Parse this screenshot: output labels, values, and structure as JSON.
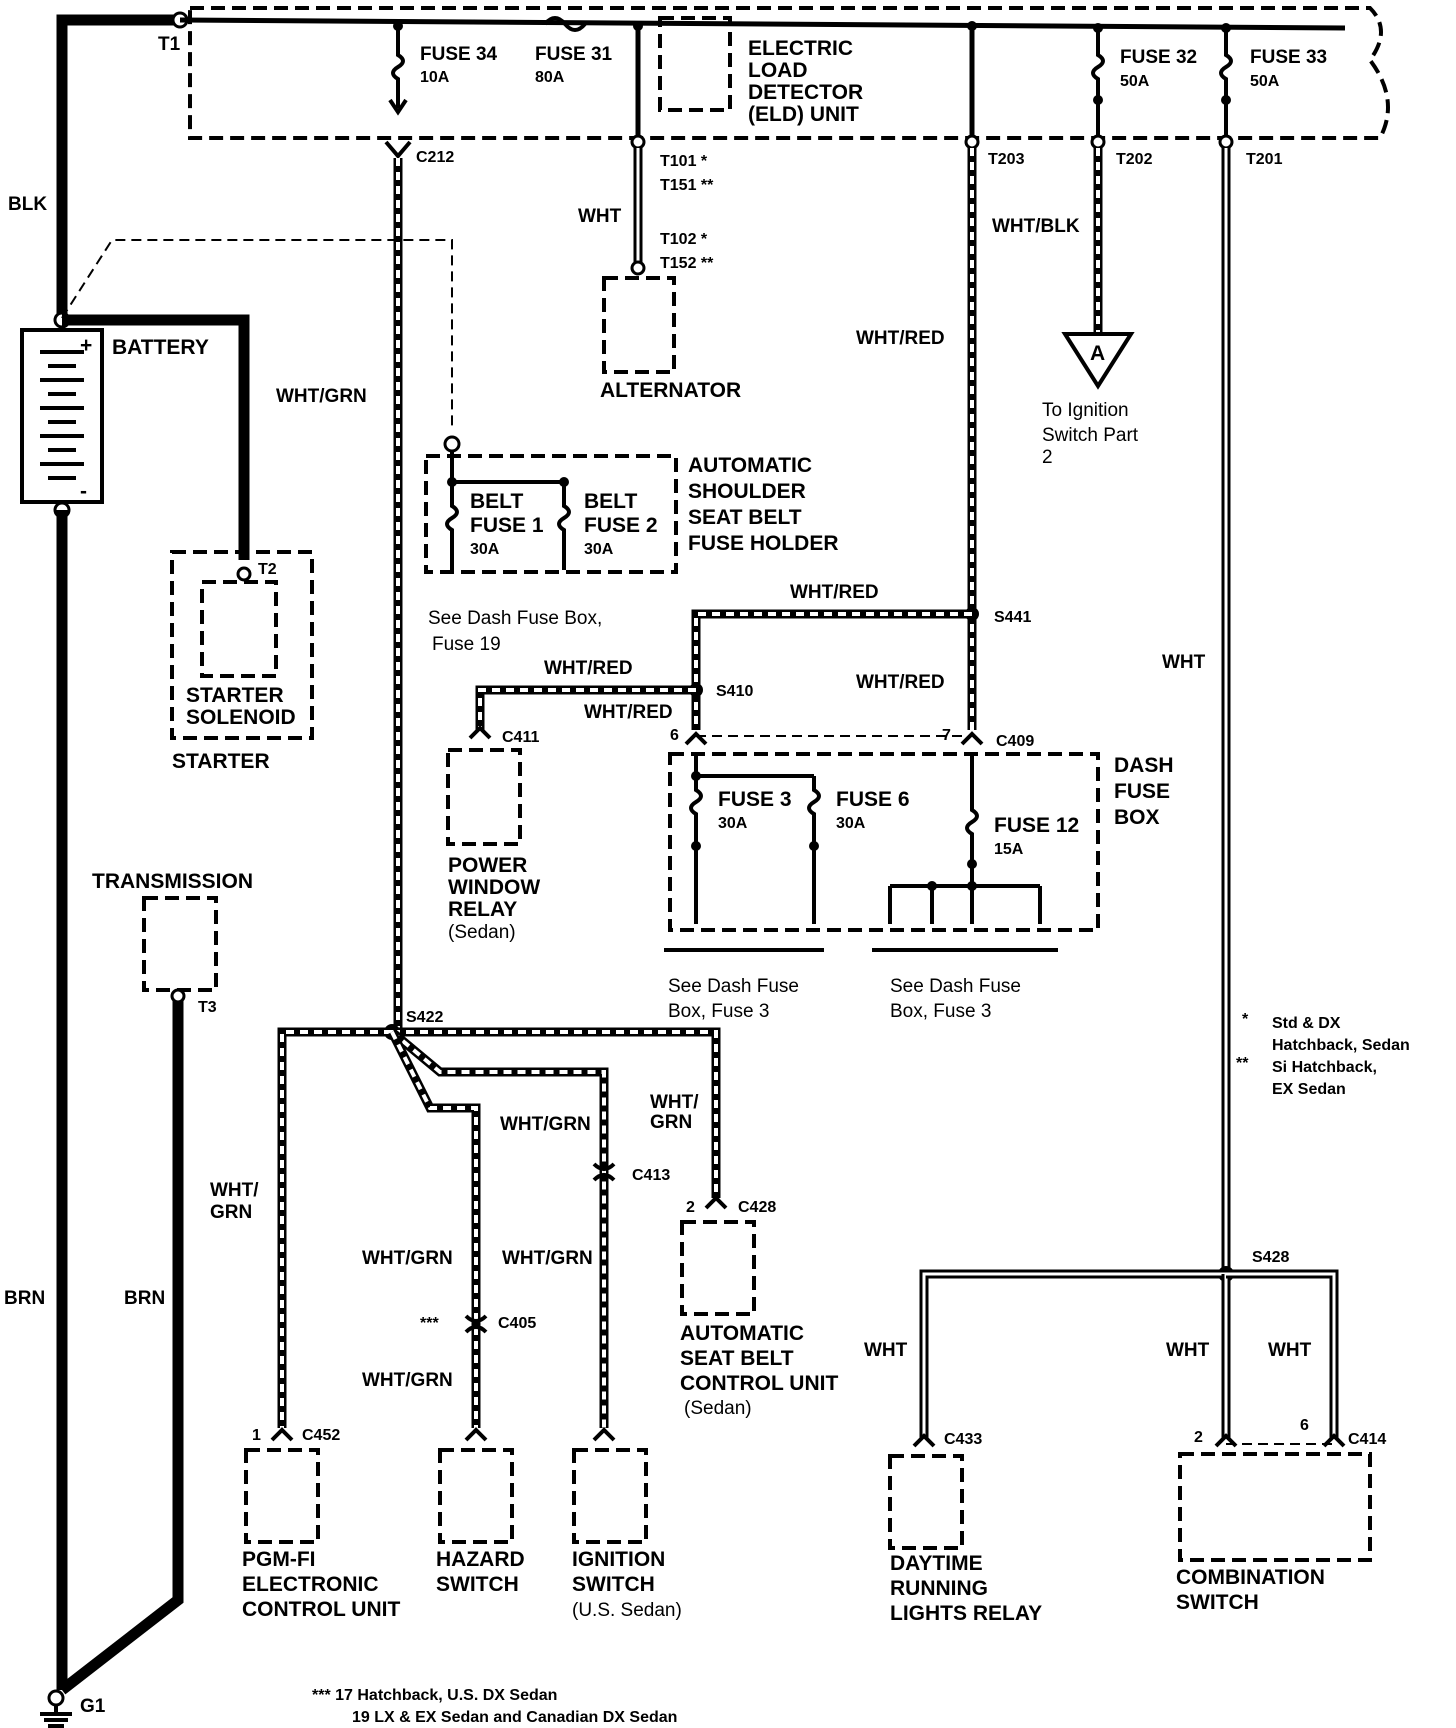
{
  "terminals": {
    "t1": "T1",
    "t2": "T2",
    "t3": "T3",
    "t101": "T101 *",
    "t151": "T151 **",
    "t102": "T102 *",
    "t152": "T152 **",
    "t201": "T201",
    "t202": "T202",
    "t203": "T203",
    "g1": "G1"
  },
  "fuses": {
    "f34_name": "FUSE 34",
    "f34_amp": "10A",
    "f31_name": "FUSE 31",
    "f31_amp": "80A",
    "f32_name": "FUSE 32",
    "f32_amp": "50A",
    "f33_name": "FUSE 33",
    "f33_amp": "50A",
    "belt1_line1": "BELT",
    "belt1_line2": "FUSE 1",
    "belt1_amp": "30A",
    "belt2_line1": "BELT",
    "belt2_line2": "FUSE 2",
    "belt2_amp": "30A",
    "f3_name": "FUSE 3",
    "f3_amp": "30A",
    "f6_name": "FUSE 6",
    "f6_amp": "30A",
    "f12_name": "FUSE 12",
    "f12_amp": "15A"
  },
  "components": {
    "eld": [
      "ELECTRIC",
      "LOAD",
      "DETECTOR",
      "(ELD) UNIT"
    ],
    "battery": "BATTERY",
    "battery_pos": "+",
    "battery_neg": "-",
    "alternator": "ALTERNATOR",
    "starter_solenoid": [
      "STARTER",
      "SOLENOID"
    ],
    "starter": "STARTER",
    "transmission": "TRANSMISSION",
    "seat_belt_fuse_holder": [
      "AUTOMATIC",
      "SHOULDER",
      "SEAT BELT",
      "FUSE HOLDER"
    ],
    "ignition_switch_ref": [
      "To Ignition",
      "Switch Part",
      "2"
    ],
    "ignition_ref_letter": "A",
    "power_window_relay": [
      "POWER",
      "WINDOW",
      "RELAY",
      "(Sedan)"
    ],
    "dash_fuse_box": [
      "DASH",
      "FUSE",
      "BOX"
    ],
    "seat_belt_control": [
      "AUTOMATIC",
      "SEAT BELT",
      "CONTROL UNIT",
      "(Sedan)"
    ],
    "pgm_fi": [
      "PGM-FI",
      "ELECTRONIC",
      "CONTROL UNIT"
    ],
    "hazard": [
      "HAZARD",
      "SWITCH"
    ],
    "ignition_switch": [
      "IGNITION",
      "SWITCH",
      "(U.S. Sedan)"
    ],
    "drl_relay": [
      "DAYTIME",
      "RUNNING",
      "LIGHTS RELAY"
    ],
    "combination_switch": [
      "COMBINATION",
      "SWITCH"
    ]
  },
  "connectors": {
    "c212": "C212",
    "c411": "C411",
    "c409": "C409",
    "c413": "C413",
    "c428": "C428",
    "c405": "C405",
    "c452": "C452",
    "c433": "C433",
    "c414": "C414",
    "pin6_c409": "6",
    "pin7_c409": "7",
    "pin2_c428": "2",
    "pin1_c452": "1",
    "pin2_c414": "2",
    "pin6_c414": "6"
  },
  "splices": {
    "s441": "S441",
    "s410": "S410",
    "s422": "S422",
    "s428": "S428"
  },
  "wires": {
    "blk": "BLK",
    "brn_left": "BRN",
    "brn_right": "BRN",
    "wht_alt": "WHT",
    "wht_grn_main": "WHT/GRN",
    "wht_red_main": "WHT/RED",
    "wht_blk": "WHT/BLK",
    "wht_main": "WHT",
    "wht_red_top": "WHT/RED",
    "wht_red_s441": "WHT/RED",
    "wht_red_pwr": "WHT/RED",
    "wht_red_s410": "WHT/RED",
    "wht_grn_c428": [
      "WHT/",
      "GRN"
    ],
    "wht_grn_ign": "WHT/GRN",
    "wht_grn_pgm": [
      "WHT/",
      "GRN"
    ],
    "wht_grn_haz1": "WHT/GRN",
    "wht_grn_haz2": "WHT/GRN",
    "wht_grn_ign2": "WHT/GRN",
    "wht_drl": "WHT",
    "wht_comb1": "WHT",
    "wht_comb2": "WHT"
  },
  "references": {
    "belt_fuse_ref": [
      "See Dash Fuse Box,",
      "Fuse 19"
    ],
    "fuse3_ref_a": [
      "See Dash Fuse",
      "Box, Fuse 3"
    ],
    "fuse3_ref_b": [
      "See Dash Fuse",
      "Box, Fuse 3"
    ]
  },
  "notes": {
    "star1": "*",
    "star1_text": [
      "Std & DX",
      "Hatchback, Sedan"
    ],
    "star2": "**",
    "star2_text": [
      "Si Hatchback,",
      "EX Sedan"
    ],
    "star3": "***",
    "footnote": [
      "*** 17 Hatchback, U.S. DX Sedan",
      "19 LX & EX Sedan and  Canadian DX Sedan"
    ]
  }
}
